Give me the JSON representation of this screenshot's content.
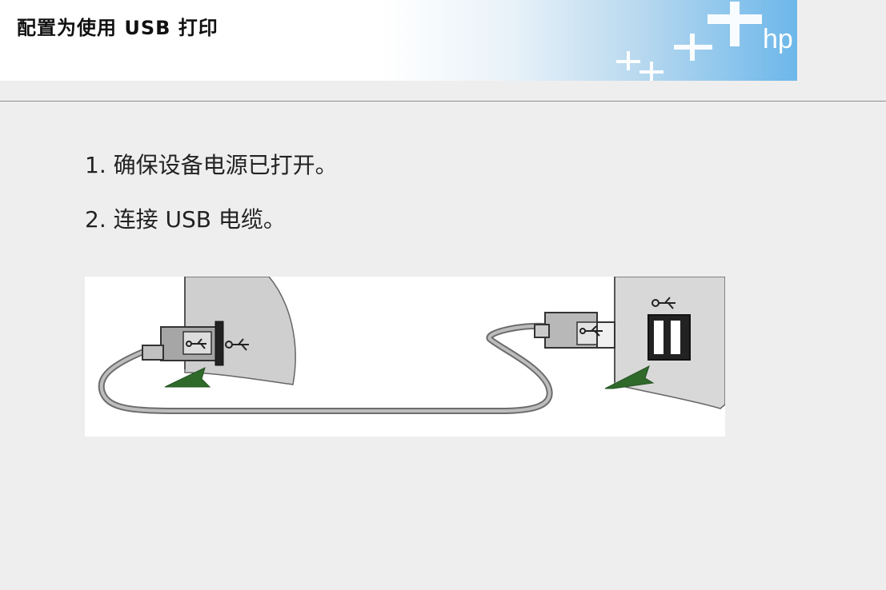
{
  "header": {
    "title": "配置为使用 USB 打印",
    "logo": "hp"
  },
  "steps": [
    {
      "text": "1. 确保设备电源已打开。"
    },
    {
      "text": "2. 连接 USB 电缆。"
    }
  ],
  "illustration": {
    "icons": [
      "usb-icon",
      "usb-icon",
      "usb-icon",
      "arrow-icon",
      "arrow-icon"
    ]
  },
  "colors": {
    "header_blue": "#6cb7ea",
    "arrow_green": "#2f6a2b",
    "background": "#efeeee"
  }
}
